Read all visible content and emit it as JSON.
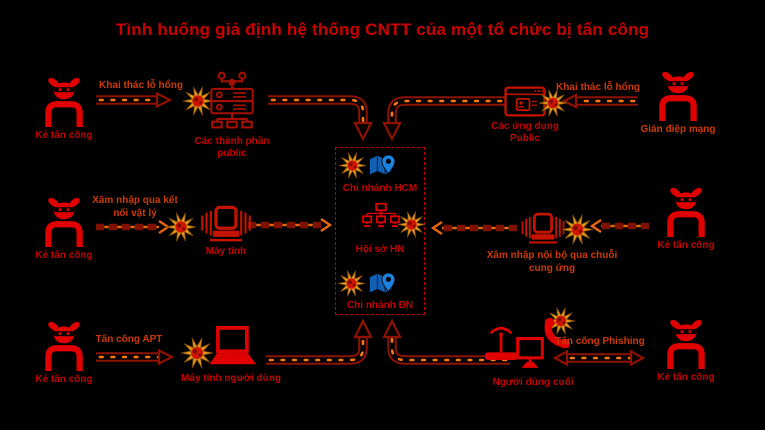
{
  "title": "Tình huống giả định hệ thống CNTT của một tổ chức bị tấn công",
  "labels": {
    "attacker_top_left": "Kẻ tấn công",
    "exploit_left": "Khai thác lỗ hổng",
    "public_components_1": "Các thành phần",
    "public_components_2": "public",
    "public_apps_1": "Các ứng dụng",
    "public_apps_2": "Public",
    "exploit_right": "Khai thác lỗ hổng",
    "network_spy": "Gián điệp mạng",
    "attacker_mid_left": "Kẻ tấn công",
    "physical_1": "Xâm nhập qua kết",
    "physical_2": "nối vật lý",
    "computer": "Máy tính",
    "branch_hcm": "Chi nhánh HCM",
    "headquarters": "Hội sở HN",
    "branch_dn": "Chi nhánh ĐN",
    "supply_1": "Xâm nhập nội bộ qua chuỗi",
    "supply_2": "cung ứng",
    "attacker_mid_right": "Kẻ tấn công",
    "attacker_bottom_left": "Kẻ tấn công",
    "apt": "Tấn công APT",
    "user_computer": "Máy tính người dùng",
    "end_user": "Người dùng cuối",
    "phishing": "Tấn công Phishing",
    "attacker_bottom_right": "Kẻ tấn công"
  },
  "colors": {
    "background": "#000000",
    "title": "#cb0000",
    "node_label": "#c40000",
    "attack_label": "#cc3a04",
    "icon_bright_red": "#e00000",
    "icon_dark_red": "#a61000",
    "arrow_outline": "#8e1200",
    "arrow_dots": "#ff7714",
    "chain_dark": "#7e1100",
    "chain_orange": "#e8650f",
    "center_box_border": "#c00000",
    "map_blue": "#1160b4",
    "pin_blue": "#1b82dd",
    "burst_gold": "#e2951b",
    "burst_red": "#cf1404"
  },
  "icons": {
    "hacker-icon": "horned-masked-hacker-at-laptop",
    "server-icon": "public-server-rack-with-network",
    "browser-window-icon": "public-web-app-window",
    "computer-icon": "computer-with-heatsink",
    "network-topology-icon": "one-to-three-computer-tree",
    "map-pin-icon": "folded-map-with-location-pin",
    "explosion-icon": "compromise-starburst",
    "laptop-icon": "user-laptop",
    "wifi-router-icon": "router-with-antenna-waves",
    "monitor-icon": "desktop-monitor",
    "phone-icon": "telephone-handset"
  }
}
